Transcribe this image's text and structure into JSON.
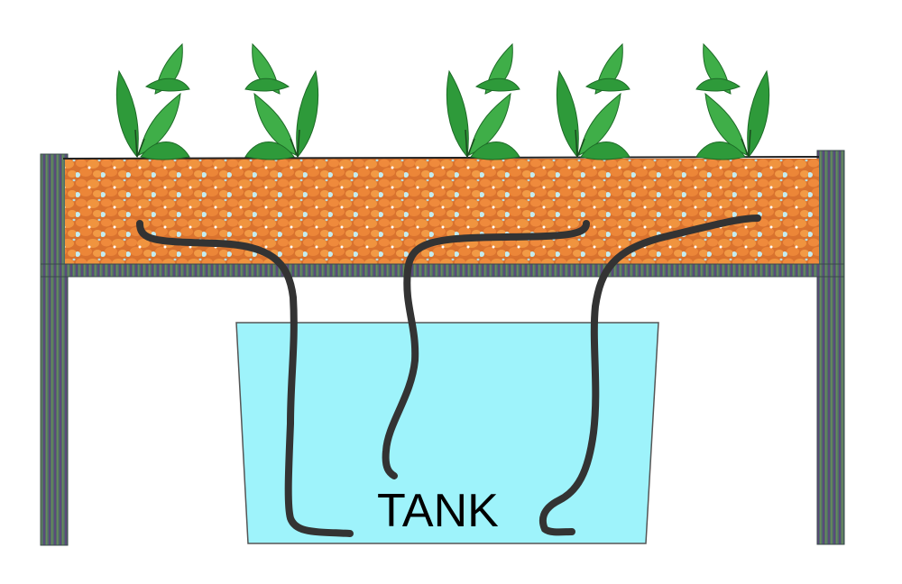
{
  "diagram": {
    "tank_label": "TANK",
    "components": {
      "grow_bed": "grow-bed",
      "tank": "water-tank",
      "plants": 5,
      "wicks": 3
    },
    "colors": {
      "media": "#e8823a",
      "media_dark": "#b85a1e",
      "water": "#9ef3fb",
      "frame": "#4a5a5e",
      "wick": "#333333",
      "leaf": "#2e9a3a",
      "leaf_dark": "#1c6b26"
    }
  }
}
